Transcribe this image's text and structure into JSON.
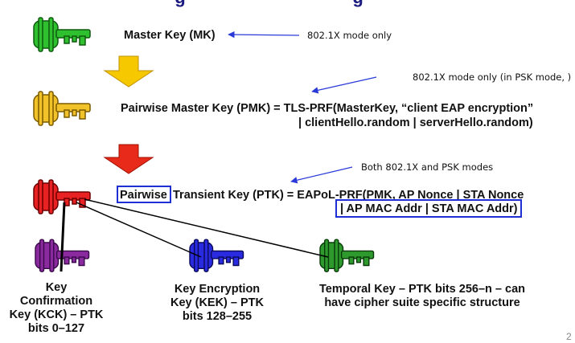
{
  "title_fragment": "· · · · · g · · · · · · · · · · · · · · · g",
  "keys": {
    "master": "Master Key (MK)",
    "pmk_line1": "Pairwise Master Key (PMK) = TLS-PRF(MasterKey, “client EAP encryption”",
    "pmk_line2": "| clientHello.random | serverHello.random)",
    "ptk_word_pairwise": "Pairwise",
    "ptk_line1_rest": "Transient Key (PTK) = EAPoL-PRF(PMK, AP Nonce | STA Nonce",
    "ptk_line2": "| AP MAC Addr | STA MAC Addr)",
    "kck": [
      "Key",
      "Confirmation",
      "Key (KCK) – PTK",
      "bits 0–127"
    ],
    "kek": [
      "Key Encryption",
      "Key (KEK) – PTK",
      "bits 128–255"
    ],
    "tk": [
      "Temporal    Key – PTK bits 256–n – can",
      "have cipher suite specific structure"
    ]
  },
  "annotations": {
    "mk_note": "802.1X mode only",
    "pmk_note": "802.1X mode only (in PSK mode, )",
    "ptk_note": "Both 802.1X and PSK modes"
  },
  "page_number": "2",
  "colors": {
    "master_key": "#2ec02e",
    "pmk_key": "#f2c22a",
    "ptk_key": "#e82222",
    "kck_key": "#8a2a9e",
    "kek_key": "#2a2ae0",
    "tk_key": "#2e9a2e",
    "arrow_down_1": "#f5c800",
    "arrow_down_2": "#e82a1a",
    "annotation_arrow": "#2a3ad8",
    "highlight_box": "#1f2fd6"
  }
}
